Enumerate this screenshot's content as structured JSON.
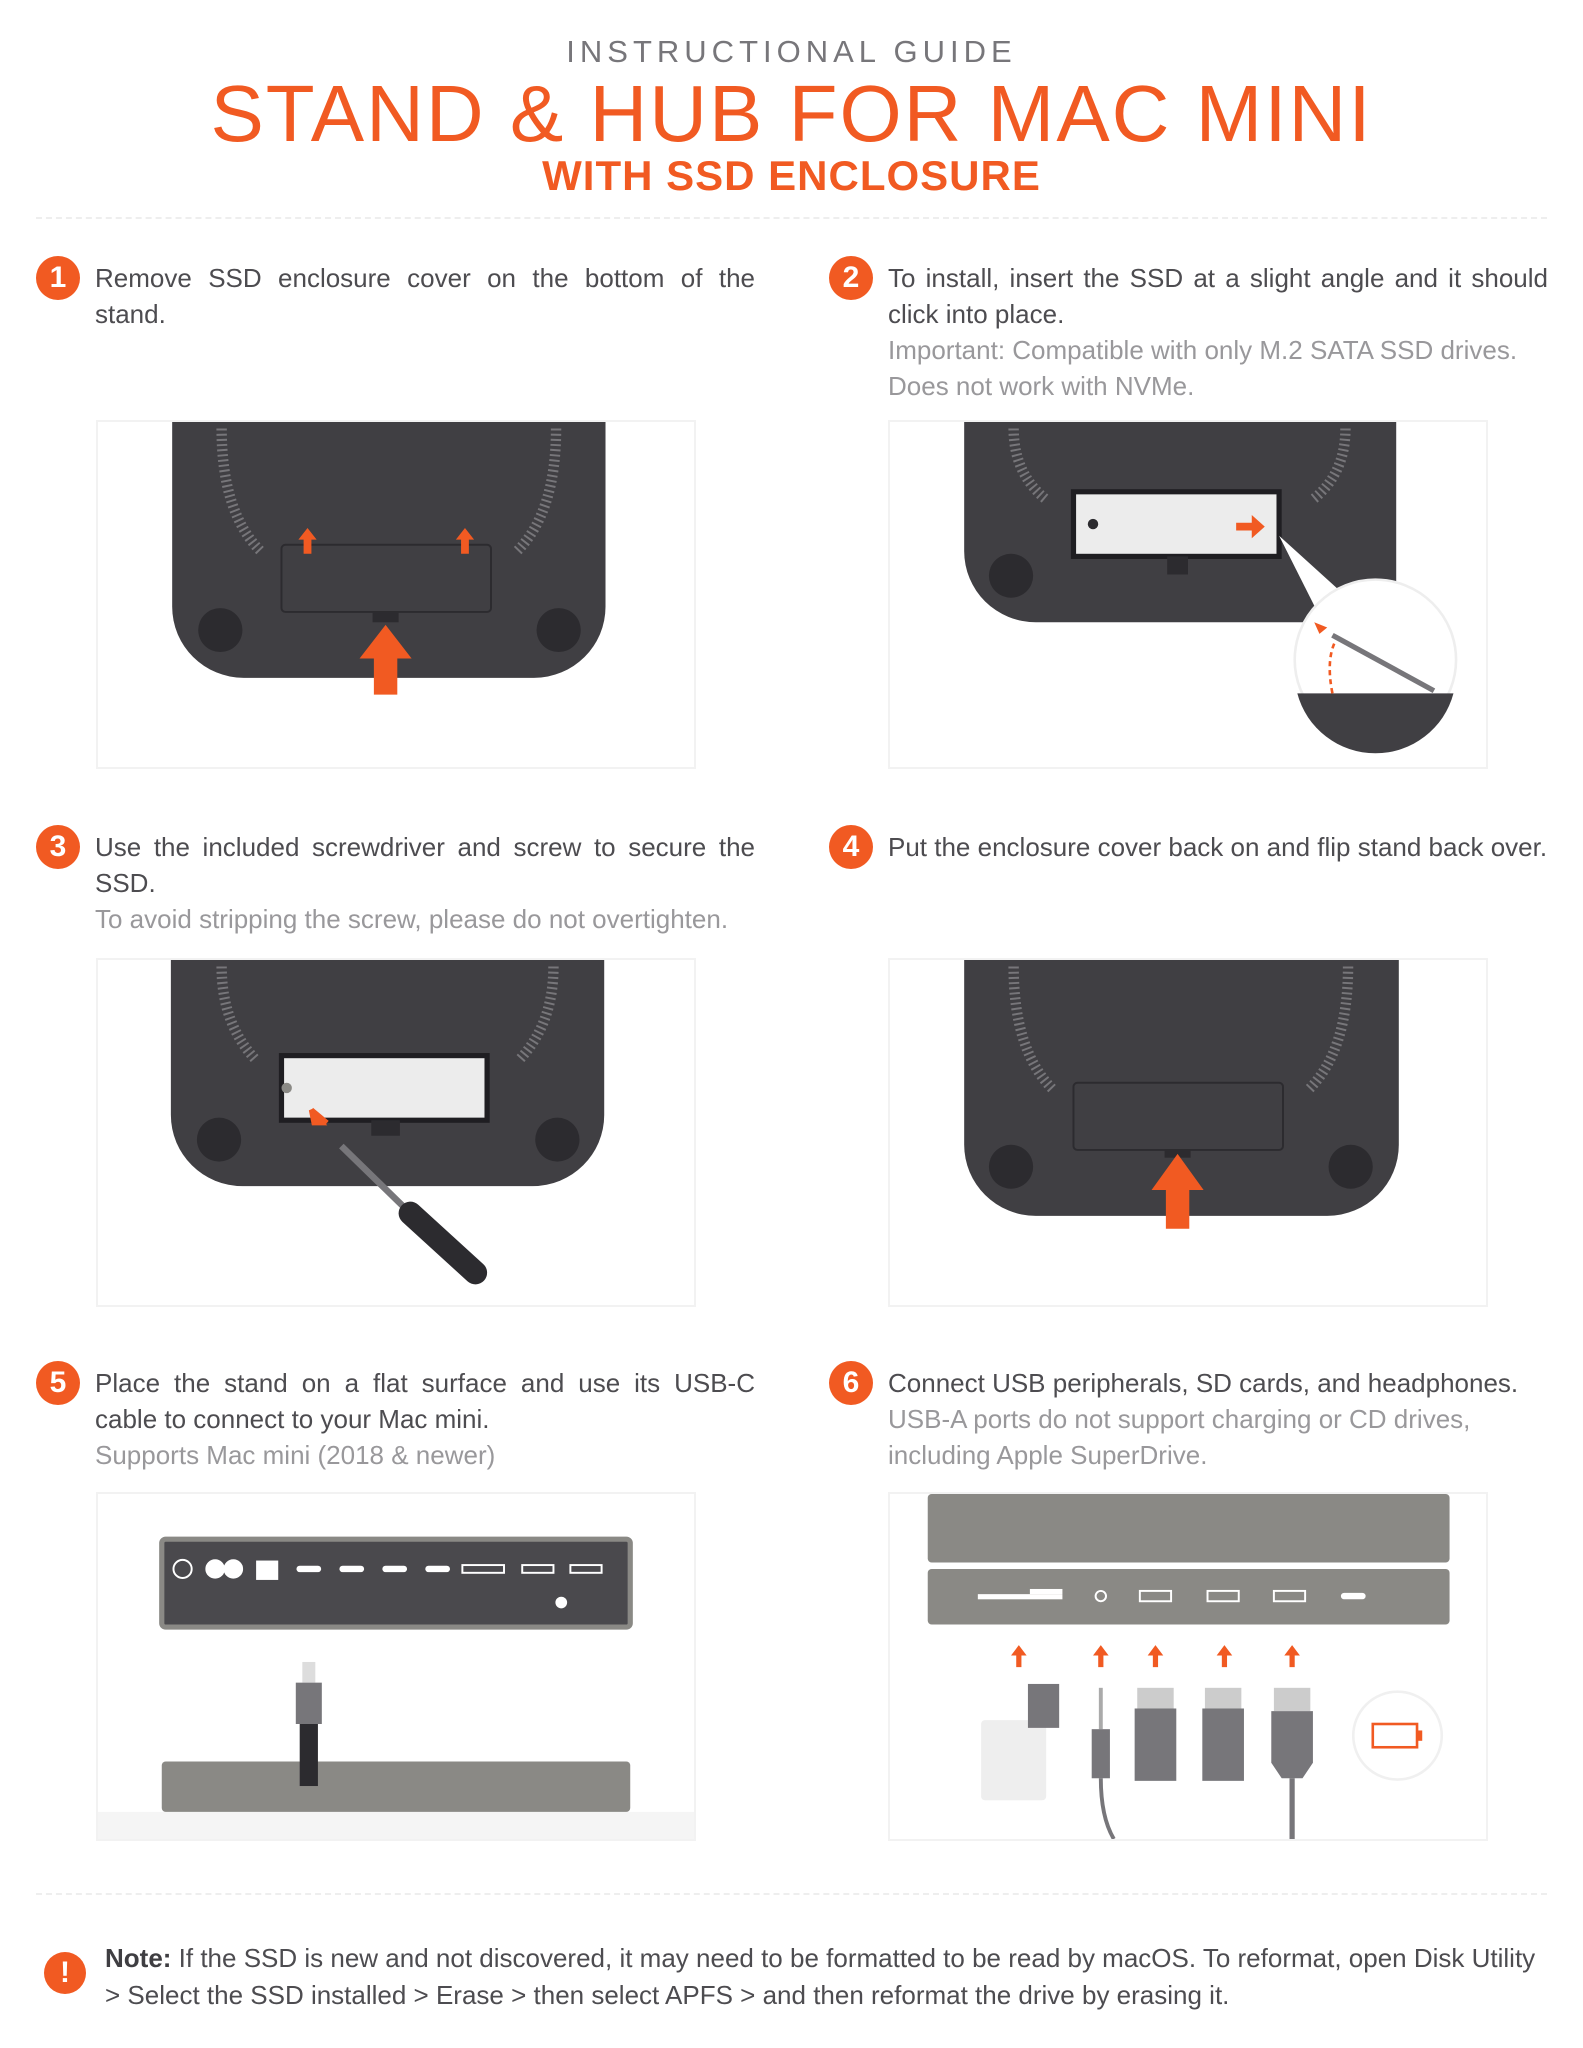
{
  "header": {
    "kicker": "INSTRUCTIONAL GUIDE",
    "title": "STAND & HUB FOR MAC MINI",
    "subtitle": "WITH SSD ENCLOSURE"
  },
  "steps": [
    {
      "number": "1",
      "text": "Remove SSD enclosure cover on the bottom of the stand.",
      "note": ""
    },
    {
      "number": "2",
      "text": "To install, insert the SSD at a slight angle and it should click into place.",
      "note": "Important: Compatible with only M.2 SATA SSD drives. Does not work with NVMe."
    },
    {
      "number": "3",
      "text": "Use the included screwdriver and screw to secure the SSD.",
      "note": "To avoid stripping the screw, please do not overtighten."
    },
    {
      "number": "4",
      "text": "Put the enclosure cover back on and flip stand back over.",
      "note": ""
    },
    {
      "number": "5",
      "text": "Place the stand on a flat surface and use its USB-C cable to connect to your Mac mini.",
      "note": "Supports Mac mini (2018 & newer)"
    },
    {
      "number": "6",
      "text": "Connect USB peripherals, SD cards, and headphones.",
      "note": "USB-A ports do not support charging or CD drives, including Apple SuperDrive."
    }
  ],
  "footer_note": {
    "icon": "exclamation-icon",
    "label": "Note:",
    "text": " If the SSD is new and not discovered, it may need to be formatted to be read by macOS. To reformat, open Disk Utility > Select the SSD installed > Erase > then select APFS > and then reformat the drive by erasing it."
  },
  "colors": {
    "accent": "#f15a22",
    "stand": "#403f43",
    "hub_gray": "#8a8985",
    "text": "#4d4c50",
    "muted": "#99989b"
  }
}
